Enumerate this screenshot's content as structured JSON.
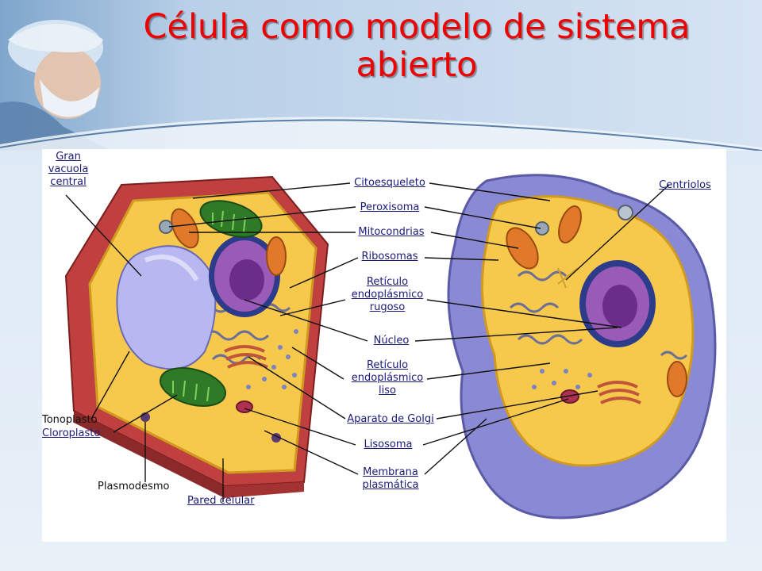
{
  "slide": {
    "title": "Célula como modelo de sistema abierto"
  },
  "diagram": {
    "labels": {
      "gran_vacuola_central": "Gran vacuola central",
      "citoesqueleto": "Citoesqueleto",
      "peroxisoma": "Peroxisoma",
      "mitocondrias": "Mitocondrias",
      "ribosomas": "Ribosomas",
      "reticulo_rugoso": "Retículo endoplásmico rugoso",
      "nucleo": "Núcleo",
      "reticulo_liso": "Retículo endoplásmico liso",
      "aparato_golgi": "Aparato de Golgi",
      "lisosoma": "Lisosoma",
      "membrana_plasmatica": "Membrana plasmática",
      "centriolos": "Centriolos",
      "tonoplasto": "Tonoplasto",
      "cloroplasto": "Cloroplasto",
      "plasmodesmo": "Plasmodesmo",
      "pared_celular": "Pared celular"
    }
  }
}
